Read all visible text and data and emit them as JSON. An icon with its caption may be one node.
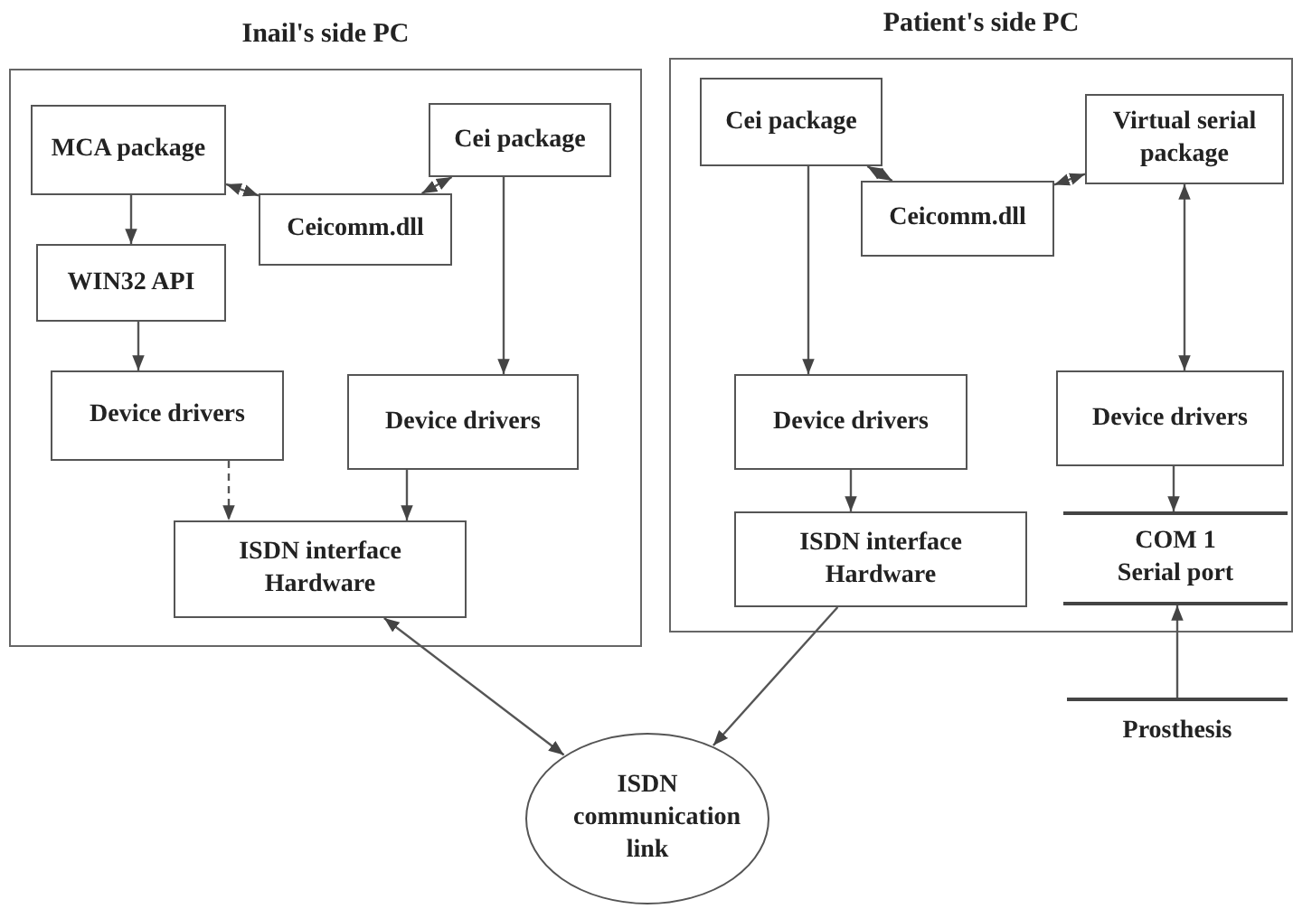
{
  "diagram": {
    "nodes": [
      {
        "text": [
          "Inail's side PC"
        ]
      },
      {
        "text": [
          "MCA package"
        ],
        "in": 0
      },
      {
        "text": [
          "Ceicomm.dll"
        ],
        "in": 0
      },
      {
        "text": [
          "Cei package"
        ],
        "in": 0
      },
      {
        "text": [
          "WIN32 API"
        ],
        "in": 0
      },
      {
        "text": [
          "Device drivers"
        ],
        "in": 0
      },
      {
        "text": [
          "Device drivers"
        ],
        "in": 0
      },
      {
        "text": [
          "ISDN interface Hardware"
        ],
        "in": 0
      },
      {
        "text": [
          "Patient's side PC"
        ]
      },
      {
        "text": [
          "Cei package"
        ],
        "in": 8
      },
      {
        "text": [
          "Ceicomm.dll"
        ],
        "in": 8
      },
      {
        "text": [
          "Virtual serial package"
        ],
        "in": 8
      },
      {
        "text": [
          "Device drivers"
        ],
        "in": 8
      },
      {
        "text": [
          "Device drivers"
        ],
        "in": 8
      },
      {
        "text": [
          "ISDN interface Hardware"
        ],
        "in": 8
      },
      {
        "text": [
          "COM 1",
          "Serial port"
        ],
        "in": 8
      },
      {
        "text": [
          "Prosthesis"
        ]
      },
      {
        "text": [
          "ISDN communication link"
        ]
      }
    ],
    "edges": [
      {
        "from": 1,
        "to": 2,
        "arrow": "both"
      },
      {
        "from": 2,
        "to": 3,
        "arrow": "both"
      },
      {
        "from": 1,
        "to": 4,
        "arrow": "to"
      },
      {
        "from": 3,
        "to": 6,
        "arrow": "to"
      },
      {
        "from": 4,
        "to": 5,
        "arrow": "to"
      },
      {
        "from": 5,
        "to": 7,
        "arrow": "to",
        "style": "dashed"
      },
      {
        "from": 6,
        "to": 7,
        "arrow": "to"
      },
      {
        "from": 7,
        "to": 17,
        "arrow": "both"
      },
      {
        "from": 9,
        "to": 10,
        "arrow": "both"
      },
      {
        "from": 10,
        "to": 11,
        "arrow": "both"
      },
      {
        "from": 9,
        "to": 12,
        "arrow": "to"
      },
      {
        "from": 11,
        "to": 13,
        "arrow": "both"
      },
      {
        "from": 12,
        "to": 14,
        "arrow": "to"
      },
      {
        "from": 13,
        "to": 15,
        "arrow": "to"
      },
      {
        "from": 16,
        "to": 15,
        "arrow": "to"
      },
      {
        "from": 14,
        "to": 17,
        "arrow": "to"
      }
    ]
  }
}
